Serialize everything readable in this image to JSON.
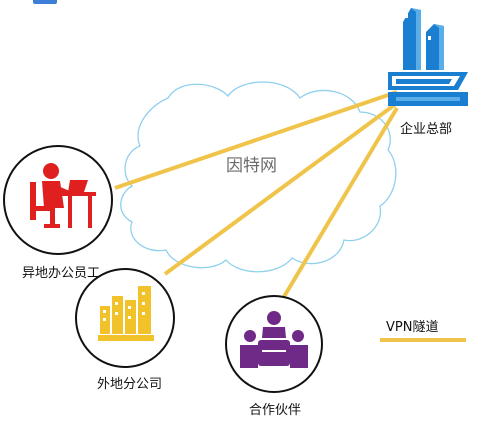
{
  "diagram": {
    "cloud_label": "因特网",
    "hq_label": "企业总部",
    "remote_label": "异地办公员工",
    "branch_label": "外地分公司",
    "partner_label": "合作伙伴",
    "legend_label": "VPN隧道"
  },
  "colors": {
    "tunnel": "#f0c44a",
    "cloud_stroke": "#8fd0ec",
    "hq_blue": "#1a7fd0",
    "remote_red": "#e0201e",
    "branch_yellow": "#f2c22a",
    "partner_purple": "#6e2a86",
    "cloud_text": "#6b6b6b"
  },
  "icons": [
    "building-icon",
    "worker-icon",
    "office-buildings-icon",
    "meeting-icon",
    "cloud-icon"
  ]
}
